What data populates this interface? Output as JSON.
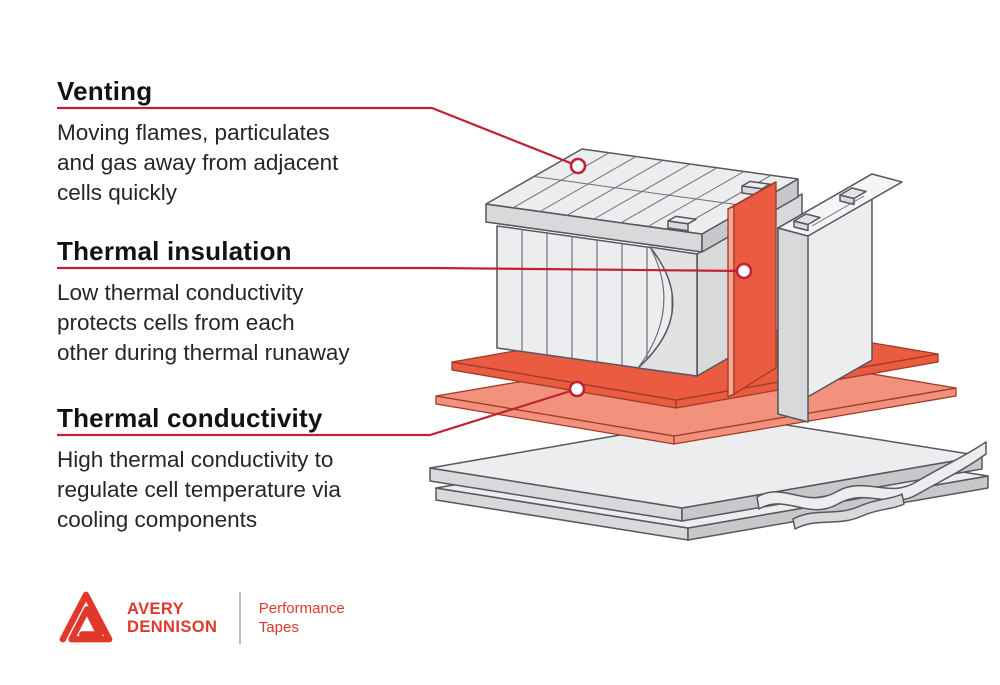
{
  "page": {
    "background": "#ffffff"
  },
  "colors": {
    "accent": "#c32032",
    "logo": "#e0392b",
    "orange": "#ea5b41",
    "orange_light": "#f2927d",
    "orange_edge": "#f7a692",
    "gray_light": "#ebedee",
    "gray_mid": "#d7d9da",
    "gray_dark": "#c6c8ca",
    "outline": "#55585c"
  },
  "callouts": [
    {
      "title": "Venting",
      "body": "Moving flames, particulates\nand gas away from adjacent\ncells quickly"
    },
    {
      "title": "Thermal insulation",
      "body": "Low thermal conductivity\nprotects cells from each\nother during thermal runaway"
    },
    {
      "title": "Thermal conductivity",
      "body": "High thermal conductivity to\nregulate cell temperature via\ncooling components"
    }
  ],
  "brand": {
    "name_line1": "AVERY",
    "name_line2": "DENNISON",
    "division_line1": "Performance",
    "division_line2": "Tapes"
  },
  "illustration": {
    "parts": [
      "battery-module-lid",
      "prismatic-cell-stack",
      "thermal-insulation-sheet",
      "thermal-interface-layers",
      "single-prismatic-cell",
      "cooling-plates",
      "die-cut-tape-strips"
    ]
  }
}
